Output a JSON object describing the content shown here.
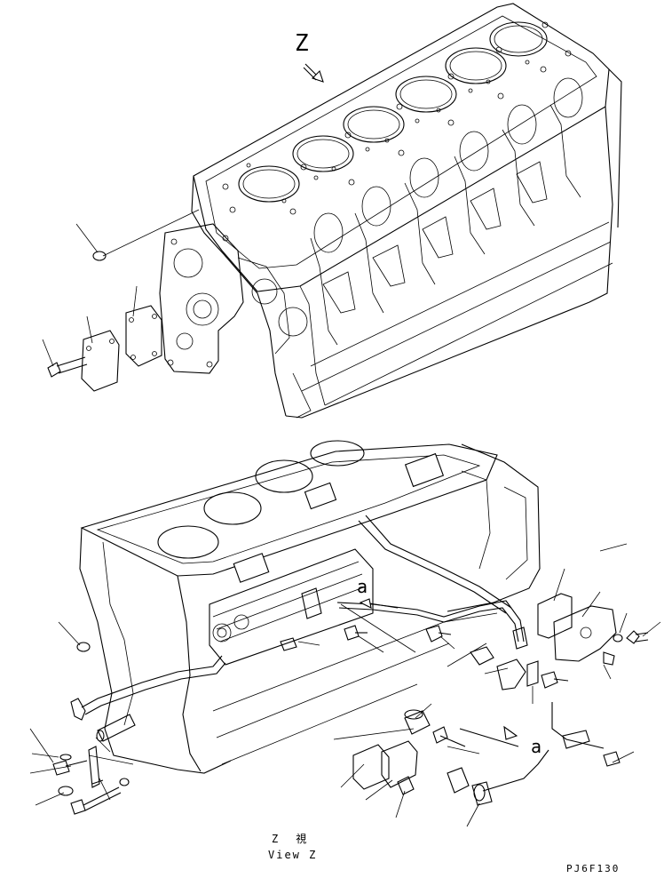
{
  "diagram": {
    "view_letter": "Z",
    "view_caption_jp": "Z　視",
    "view_caption_en": "View Z",
    "ref_label_a_1": "a",
    "ref_label_a_2": "a",
    "drawing_code": "PJ6F130"
  }
}
